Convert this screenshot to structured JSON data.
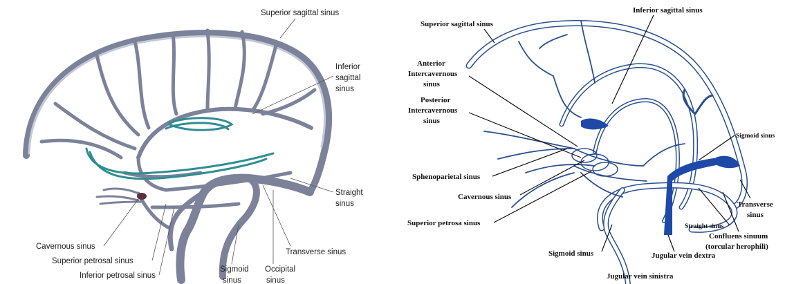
{
  "left_panel": {
    "labels": {
      "superior_sagittal": "Superior sagittal sinus",
      "inferior_sagittal_1": "Inferior",
      "inferior_sagittal_2": "sagittal",
      "inferior_sagittal_3": "sinus",
      "straight_1": "Straight",
      "straight_2": "sinus",
      "cavernous": "Cavernous sinus",
      "superior_petrosal": "Superior petrosal sinus",
      "inferior_petrosal": "Inferior petrosal sinus",
      "transverse": "Transverse sinus",
      "sigmoid_1": "Sigmoid",
      "sigmoid_2": "sinus",
      "occipital_1": "Occipital",
      "occipital_2": "sinus"
    }
  },
  "right_panel": {
    "labels": {
      "inferior_sagittal": "Inferior sagittal sinus",
      "superior_sagittal": "Superior sagittal sinus",
      "anterior_1": "Anterior",
      "anterior_2": "Intercavernous",
      "anterior_3": "sinus",
      "posterior_1": "Posterior",
      "posterior_2": "Intercavernous",
      "posterior_3": "sinus",
      "sigmoid_upper": "Sigmoid sinus",
      "sphenoparietal": "Sphenoparietal sinus",
      "cavernous": "Cavernous sinus",
      "transverse_1": "Transverse",
      "transverse_2": "sinus",
      "superior_petrosa": "Superior petrosa sinus",
      "straight": "Straight  sinus",
      "confluens_1": "Confluens sinuum",
      "confluens_2": "(torcular herophili)",
      "sigmoid_lower": "Sigmoid sinus",
      "jugular_dextra": "Jugular vein dextra",
      "jugular_sinistra": "Jugular vein sinistra"
    }
  }
}
